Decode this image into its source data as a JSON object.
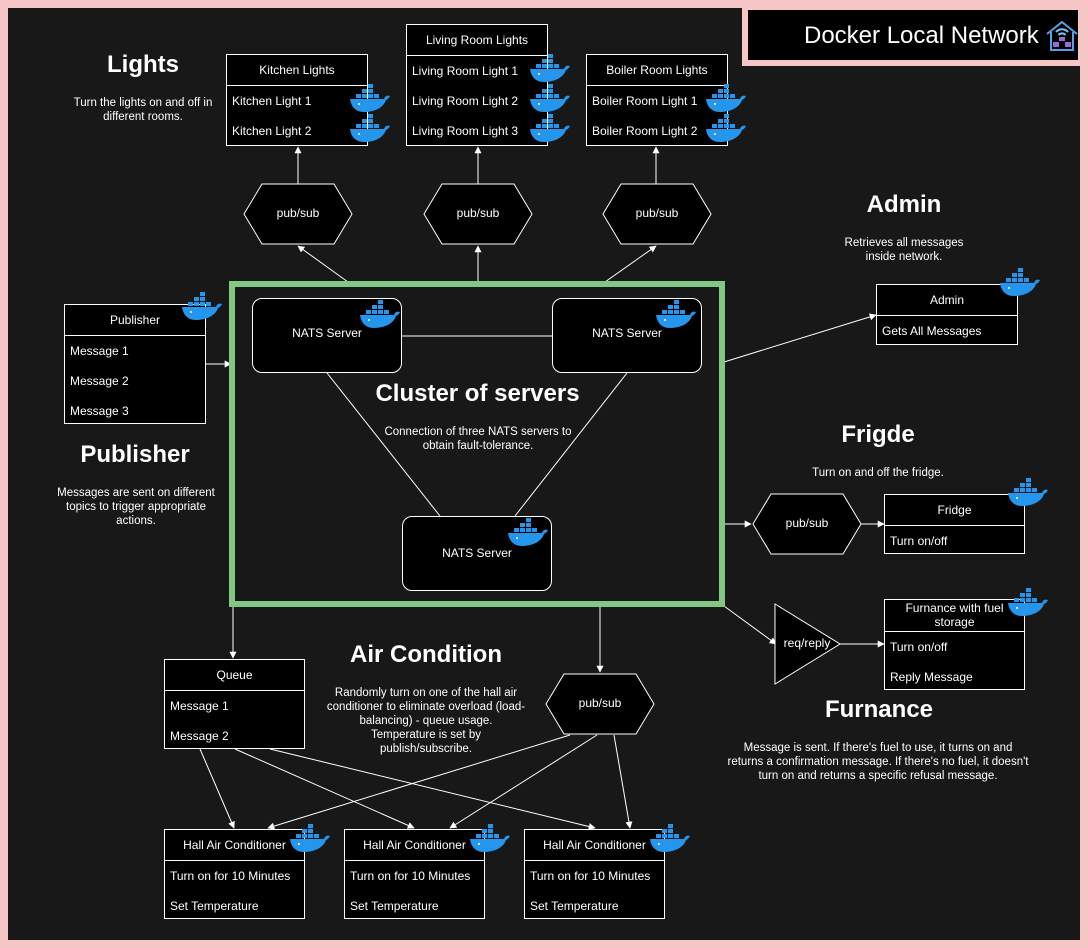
{
  "title": "Docker Local Network",
  "sections": {
    "lights": {
      "heading": "Lights",
      "desc": "Turn the lights on and off in different rooms."
    },
    "admin": {
      "heading": "Admin",
      "desc": "Retrieves all messages inside network."
    },
    "publisher": {
      "heading": "Publisher",
      "desc": "Messages are sent on different topics to trigger appropriate actions."
    },
    "cluster": {
      "heading": "Cluster of servers",
      "desc": "Connection of three NATS servers to obtain fault-tolerance."
    },
    "fridge": {
      "heading": "Frigde",
      "desc": "Turn on and off the fridge."
    },
    "air": {
      "heading": "Air Condition",
      "desc": "Randomly turn on one of the hall air conditioner to eliminate overload (load-balancing) - queue usage. Temperature is set by publish/subscribe."
    },
    "furnance": {
      "heading": "Furnance",
      "desc": "Message is sent. If there's fuel to use, it turns on and returns a confirmation message. If there's no fuel, it doesn't turn on and returns a specific refusal message."
    }
  },
  "kitchen": {
    "title": "Kitchen Lights",
    "items": [
      "Kitchen Light 1",
      "Kitchen Light 2"
    ]
  },
  "living": {
    "title": "Living Room Lights",
    "items": [
      "Living Room Light 1",
      "Living Room Light 2",
      "Living Room Light 3"
    ]
  },
  "boiler": {
    "title": "Boiler Room Lights",
    "items": [
      "Boiler Room Light 1",
      "Boiler Room Light 2"
    ]
  },
  "publisher_box": {
    "title": "Publisher",
    "items": [
      "Message 1",
      "Message 2",
      "Message 3"
    ]
  },
  "admin_box": {
    "title": "Admin",
    "items": [
      "Gets All Messages"
    ]
  },
  "fridge_box": {
    "title": "Fridge",
    "items": [
      "Turn on/off"
    ]
  },
  "furnance_box": {
    "title": "Furnance with fuel storage",
    "items": [
      "Turn on/off",
      "Reply Message"
    ]
  },
  "queue_box": {
    "title": "Queue",
    "items": [
      "Message 1",
      "Message 2"
    ]
  },
  "hall_box": {
    "title": "Hall Air Conditioner",
    "items": [
      "Turn on for 10 Minutes",
      "Set Temperature"
    ]
  },
  "servers": {
    "label": "NATS Server"
  },
  "pubsub_label": "pub/sub",
  "reqreply_label": "req/reply",
  "colors": {
    "cluster_border": "#82c882",
    "frame": "#f6c6c6",
    "whale": "#2496ed"
  }
}
